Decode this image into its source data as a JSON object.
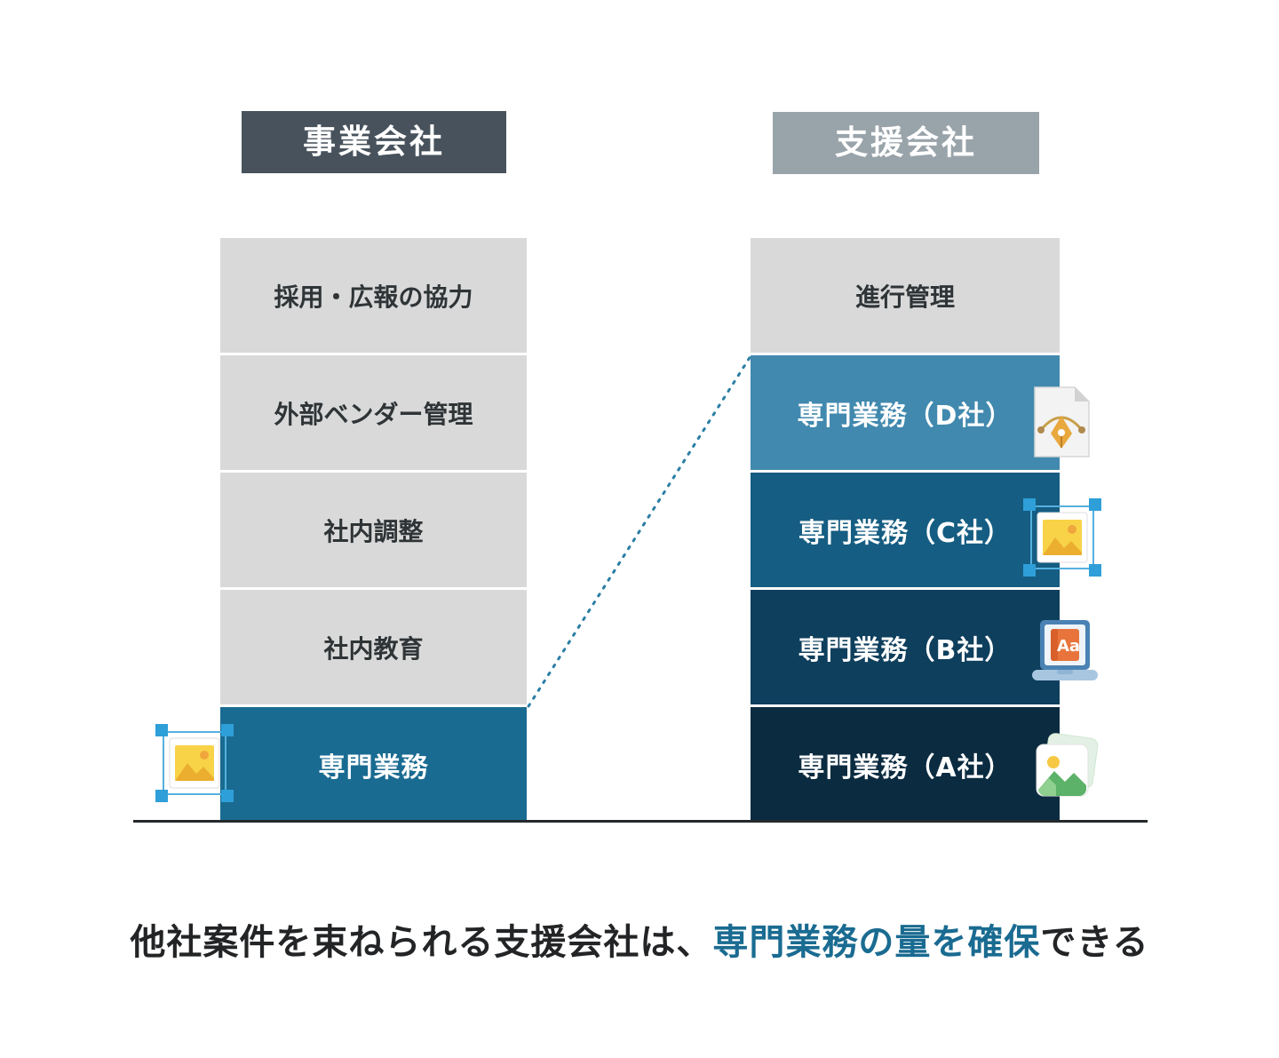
{
  "left_column": {
    "header": "事業会社",
    "segments": [
      {
        "label": "採用・広報の協力",
        "type": "gray"
      },
      {
        "label": "外部ベンダー管理",
        "type": "gray"
      },
      {
        "label": "社内調整",
        "type": "gray"
      },
      {
        "label": "社内教育",
        "type": "gray"
      },
      {
        "label": "専門業務",
        "type": "blue-main",
        "icon": "image-selection-icon"
      }
    ]
  },
  "right_column": {
    "header": "支援会社",
    "segments": [
      {
        "label": "進行管理",
        "type": "gray"
      },
      {
        "label": "専門業務（D社）",
        "type": "blue-d",
        "icon": "pen-tool-document-icon"
      },
      {
        "label": "専門業務（C社）",
        "type": "blue-c",
        "icon": "image-selection-icon"
      },
      {
        "label": "専門業務（B社）",
        "type": "blue-b",
        "icon": "typography-laptop-icon"
      },
      {
        "label": "専門業務（A社）",
        "type": "blue-a",
        "icon": "photo-image-icon"
      }
    ]
  },
  "caption": {
    "prefix": "他社案件を束ねられる支援会社は、",
    "highlight": "専門業務の量を確保",
    "suffix": "できる"
  },
  "colors": {
    "left_header_bg": "#47525c",
    "right_header_bg": "#99a3aa",
    "gray_segment": "#d9d9d9",
    "blue_main": "#1a6b91",
    "blue_d": "#4189ae",
    "blue_c": "#155d82",
    "blue_b": "#0e3f5d",
    "blue_a": "#0b2b40",
    "caption_highlight": "#1a6b91",
    "connector_line": "#2b7ea6"
  }
}
